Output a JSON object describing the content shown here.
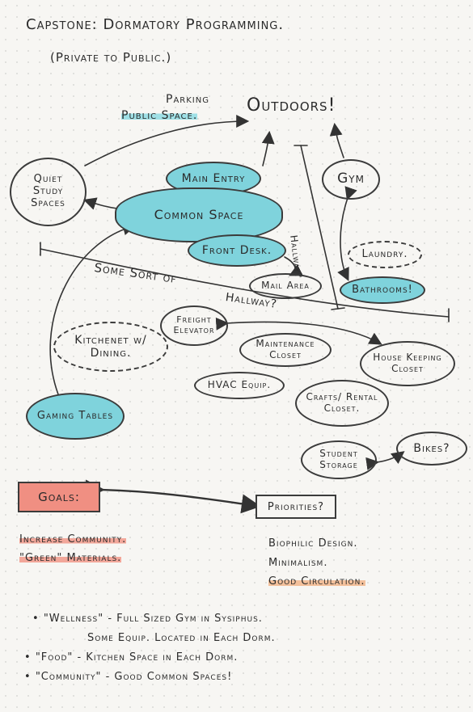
{
  "header": {
    "title": "Capstone: Dormatory Programming.",
    "subtitle": "(Private to Public.)"
  },
  "labels": {
    "parking": "Parking",
    "public_space": "Public Space.",
    "outdoors": "Outdoors!",
    "hallway_vertical": "Hallway?",
    "hallway_diagonal_1": "Some Sort of",
    "hallway_diagonal_2": "Hallway?"
  },
  "nodes": {
    "quiet_study": "Quiet Study Spaces",
    "main_entry": "Main Entry",
    "common_space": "Common Space",
    "front_desk": "Front Desk.",
    "gym": "Gym",
    "laundry": "Laundry.",
    "bathrooms": "Bathrooms!",
    "mail_area": "Mail Area",
    "freight_elevator": "Freight Elevator",
    "maintenance_closet": "Maintenance Closet",
    "housekeeping_closet": "House Keeping Closet",
    "kitchenet": "Kitchenet w/ Dining.",
    "hvac": "HVAC Equip.",
    "crafts": "Crafts/ Rental Closet.",
    "gaming_tables": "Gaming Tables",
    "student_storage": "Student Storage",
    "bikes": "Bikes?"
  },
  "goals": {
    "heading": "Goals:",
    "items": [
      "Increase Community.",
      "\"Green\" Materials."
    ]
  },
  "priorities": {
    "heading": "Priorities?",
    "items": [
      "Biophilic Design.",
      "Minimalism.",
      "Good Circulation."
    ]
  },
  "notes": {
    "wellness_1": "\"Wellness\" - Full Sized Gym in Sysiphus.",
    "wellness_2": "Some Equip. Located in Each Dorm.",
    "food": "\"Food\" - Kitchen Space in Each Dorm.",
    "community": "\"Community\" - Good Common Spaces!"
  },
  "colors": {
    "cyan": "#7fd3dc",
    "red_highlight": "#f2a79a",
    "orange_highlight": "#f3c09b",
    "ink": "#2b2b2b"
  }
}
